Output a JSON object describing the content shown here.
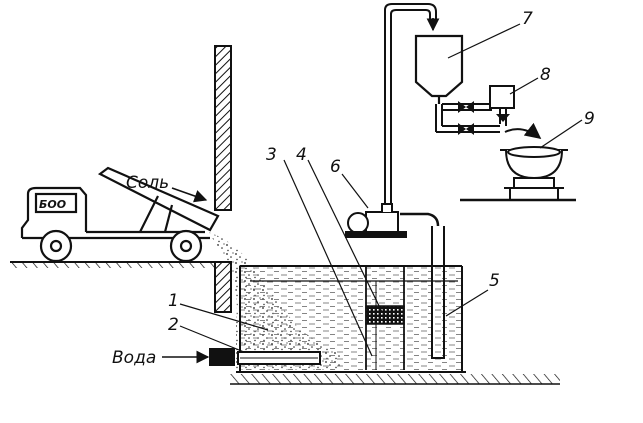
{
  "diagram": {
    "labels": {
      "salt": "Соль",
      "water": "Вода",
      "n1": "1",
      "n2": "2",
      "n3": "3",
      "n4": "4",
      "n5": "5",
      "n6": "6",
      "n7": "7",
      "n8": "8",
      "n9": "9",
      "truck_plate": "БОО"
    },
    "colors": {
      "ink": "#111111",
      "water_fill": "#eeeeee",
      "paper": "#ffffff"
    }
  }
}
